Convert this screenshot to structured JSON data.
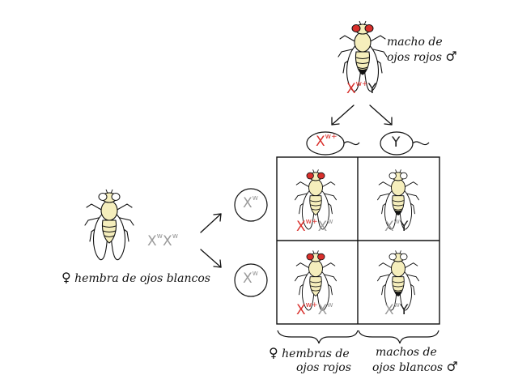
{
  "male_parent": {
    "label_line1": "macho de",
    "label_line2": "ojos rojos",
    "male_symbol": "♂",
    "genotype": {
      "x": "X",
      "x_sup": "w+",
      "y": "Y"
    }
  },
  "female_parent": {
    "female_symbol": "♀",
    "label": "hembra de ojos blancos",
    "genotype": {
      "x1": "X",
      "x1_sup": "w",
      "x2": "X",
      "x2_sup": "w"
    }
  },
  "male_gametes": [
    {
      "letter": "X",
      "sup": "w+"
    },
    {
      "letter": "Y"
    }
  ],
  "female_gametes": [
    {
      "letter": "X",
      "sup": "w"
    },
    {
      "letter": "X",
      "sup": "w"
    }
  ],
  "grid": {
    "top_left": {
      "a": "X",
      "a_sup": "w+",
      "b": "X",
      "b_sup": "w"
    },
    "top_right": {
      "a": "X",
      "a_sup": "w",
      "b": "Y"
    },
    "bottom_left": {
      "a": "X",
      "a_sup": "w+",
      "b": "X",
      "b_sup": "w"
    },
    "bottom_right": {
      "a": "X",
      "a_sup": "w",
      "b": "Y"
    }
  },
  "offspring_labels": {
    "females_symbol": "♀",
    "females_line1": "hembras de",
    "females_line2": "ojos rojos",
    "males_line1": "machos de",
    "males_line2": "ojos blancos",
    "males_symbol": "♂"
  },
  "colors": {
    "red": "#d9302c",
    "grey": "#9b9b9b",
    "body": "#f5eebc",
    "eye_red": "#d9302c"
  },
  "icons": [
    "fruit-fly-red-eye-icon",
    "fruit-fly-white-eye-icon",
    "arrow-icon",
    "chromosome-sperm-icon",
    "egg-circle-icon"
  ]
}
